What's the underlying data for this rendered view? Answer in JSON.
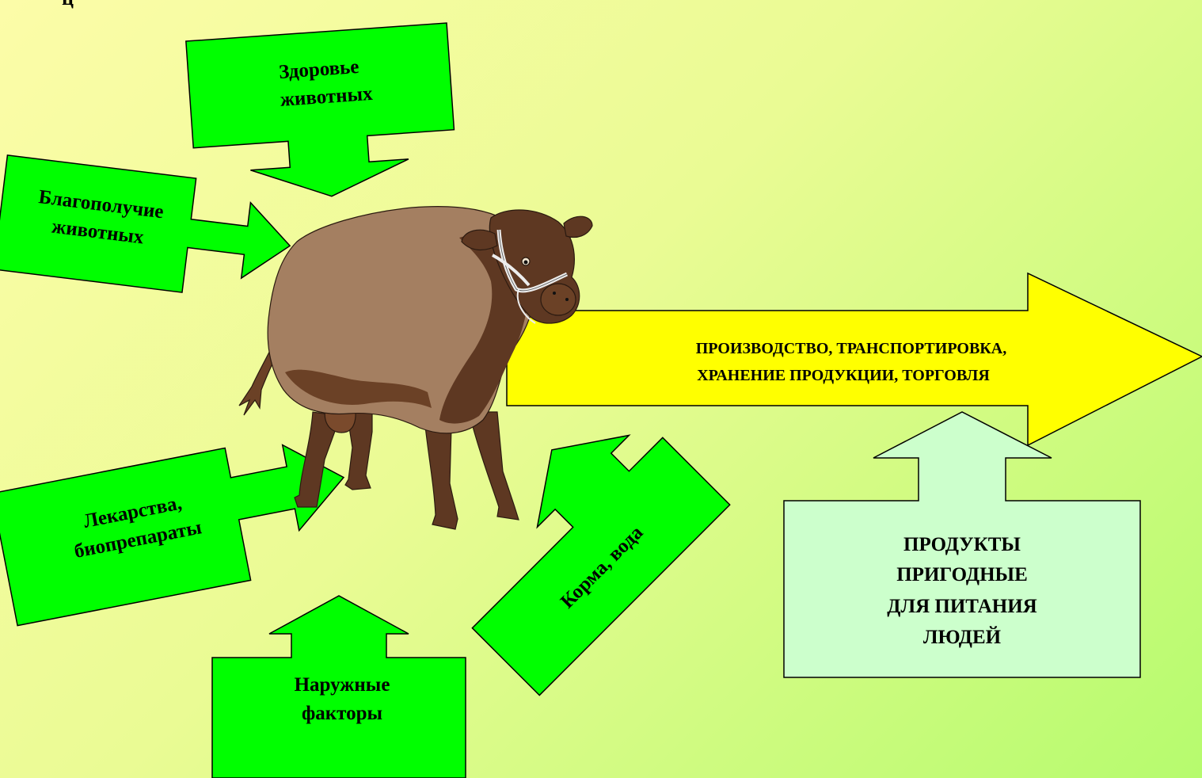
{
  "diagram": {
    "inputs": {
      "health": [
        "Здоровье",
        "животных"
      ],
      "welfare": [
        "Благополучие",
        "животных"
      ],
      "medicines": [
        "Лекарства,",
        "биопрепараты"
      ],
      "external": [
        "Наружные",
        "факторы"
      ],
      "feed": "Корма, вода"
    },
    "output_arrow": [
      "ПРОИЗВОДСТВО, ТРАНСПОРТИРОВКА,",
      "ХРАНЕНИЕ ПРОДУКЦИИ, ТОРГОВЛЯ"
    ],
    "result_box": [
      "ПРОДУКТЫ",
      "ПРИГОДНЫЕ",
      "ДЛЯ ПИТАНИЯ",
      "ЛЮДЕЙ"
    ]
  },
  "colors": {
    "input_fill": "#00ff00",
    "output_fill": "#ffff00",
    "result_fill": "#ccffcc",
    "cow_body": "#a47f61",
    "cow_dark": "#5e3822"
  }
}
